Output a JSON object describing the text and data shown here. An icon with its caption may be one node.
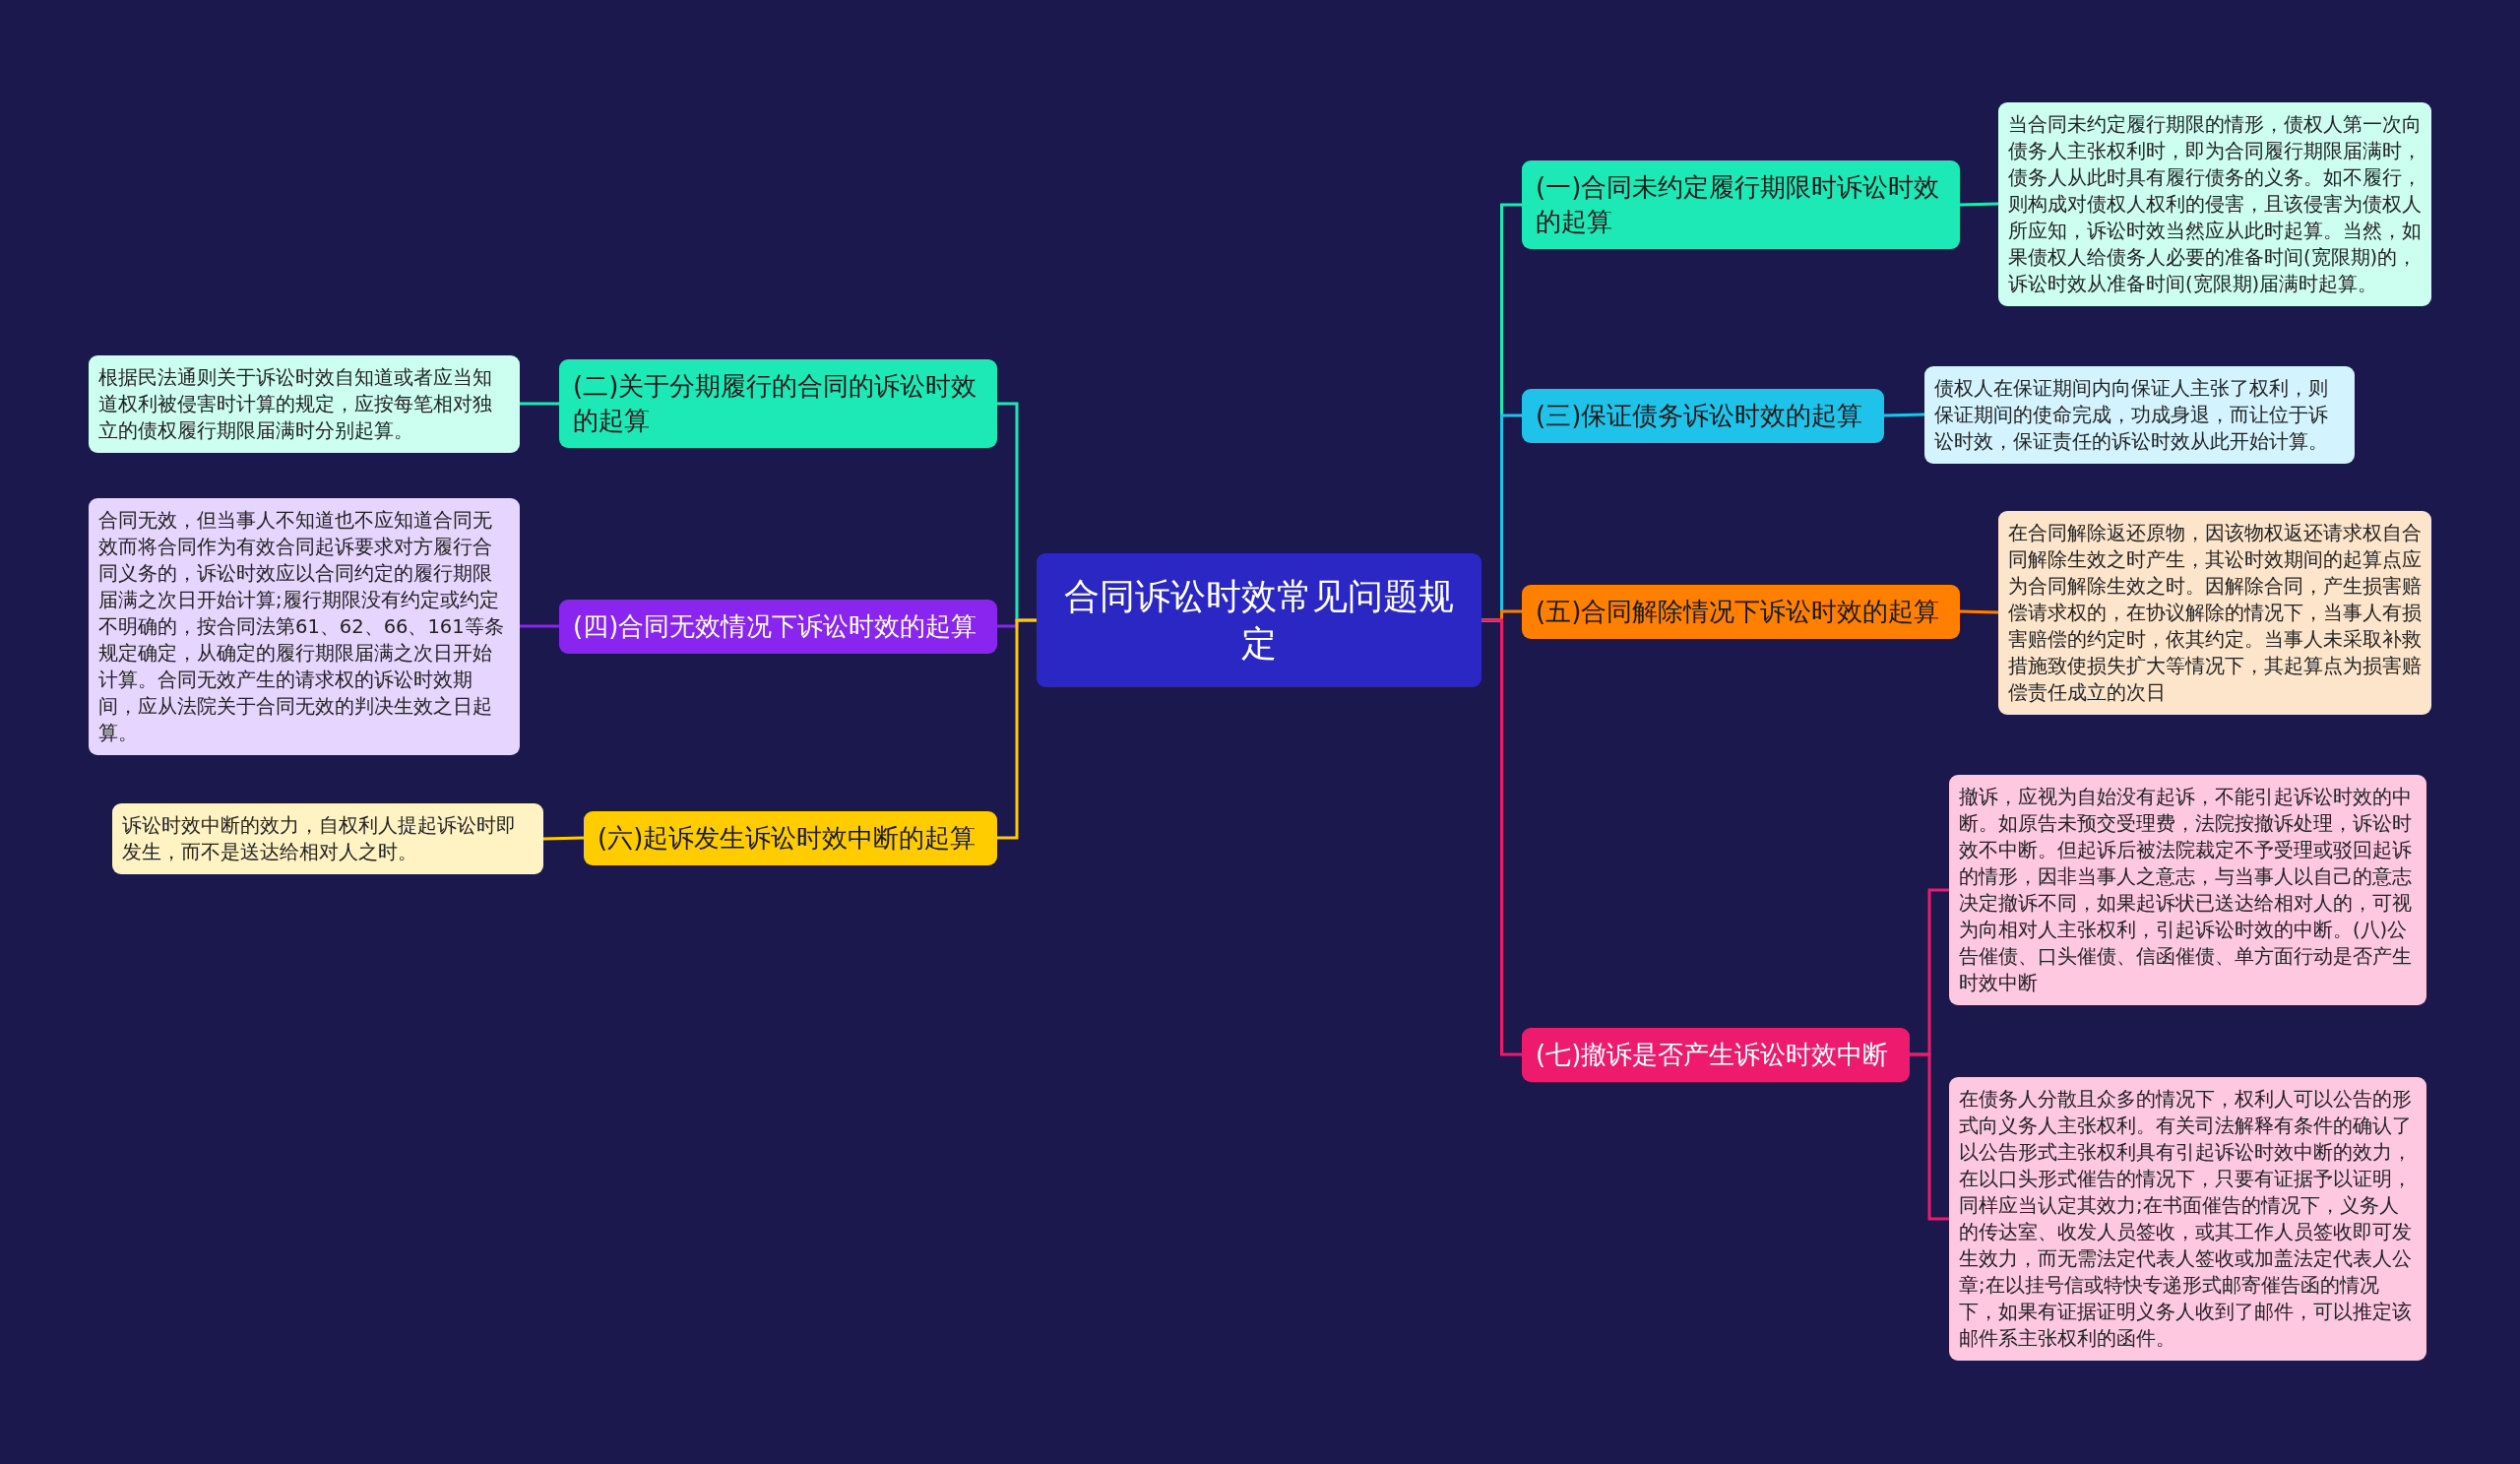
{
  "diagram": {
    "nodes": [
      {
        "text": [
          "合同诉讼时效常见问题规定"
        ]
      },
      {
        "text": [
          "(一)合同未约定履行期限时诉讼时效的起算"
        ]
      },
      {
        "text": [
          "当合同未约定履行期限的情形，债权人第一次向债务人主张权利时，即为合同履行期限届满时，债务人从此时具有履行债务的义务。如不履行，则构成对债权人权利的侵害，且该侵害为债权人所应知，诉讼时效当然应从此时起算。当然，如果债权人给债务人必要的准备时间(宽限期)的，诉讼时效从准备时间(宽限期)届满时起算。"
        ]
      },
      {
        "text": [
          "(三)保证债务诉讼时效的起算"
        ]
      },
      {
        "text": [
          "债权人在保证期间内向保证人主张了权利，则保证期间的使命完成，功成身退，而让位于诉讼时效，保证责任的诉讼时效从此开始计算。"
        ]
      },
      {
        "text": [
          "(五)合同解除情况下诉讼时效的起算"
        ]
      },
      {
        "text": [
          "在合同解除返还原物，因该物权返还请求权自合同解除生效之时产生，其讼时效期间的起算点应为合同解除生效之时。因解除合同，产生损害赔偿请求权的，在协议解除的情况下，当事人有损害赔偿的约定时，依其约定。当事人未采取补救措施致使损失扩大等情况下，其起算点为损害赔偿责任成立的次日"
        ]
      },
      {
        "text": [
          "(七)撤诉是否产生诉讼时效中断"
        ]
      },
      {
        "text": [
          "撤诉，应视为自始没有起诉，不能引起诉讼时效的中断。如原告未预交受理费，法院按撤诉处理，诉讼时效不中断。但起诉后被法院裁定不予受理或驳回起诉的情形，因非当事人之意志，与当事人以自己的意志决定撤诉不同，如果起诉状已送达给相对人的，可视为向相对人主张权利，引起诉讼时效的中断。(八)公告催债、口头催债、信函催债、单方面行动是否产生时效中断"
        ]
      },
      {
        "text": [
          "在债务人分散且众多的情况下，权利人可以公告的形式向义务人主张权利。有关司法解释有条件的确认了以公告形式主张权利具有引起诉讼时效中断的效力，在以口头形式催告的情况下，只要有证据予以证明，同样应当认定其效力;在书面催告的情况下，义务人的传达室、收发人员签收，或其工作人员签收即可发生效力，而无需法定代表人签收或加盖法定代表人公章;在以挂号信或特快专递形式邮寄催告函的情况下，如果有证据证明义务人收到了邮件，可以推定该邮件系主张权利的函件。"
        ]
      },
      {
        "text": [
          "(二)关于分期履行的合同的诉讼时效的起算"
        ]
      },
      {
        "text": [
          "根据民法通则关于诉讼时效自知道或者应当知道权利被侵害时计算的规定，应按每笔相对独立的债权履行期限届满时分别起算。"
        ]
      },
      {
        "text": [
          "(四)合同无效情况下诉讼时效的起算"
        ]
      },
      {
        "text": [
          "合同无效，但当事人不知道也不应知道合同无效而将合同作为有效合同起诉要求对方履行合同义务的，诉讼时效应以合同约定的履行期限届满之次日开始计算;履行期限没有约定或约定不明确的，按合同法第61、62、66、161等条规定确定，从确定的履行期限届满之次日开始计算。合同无效产生的请求权的诉讼时效期间，应从法院关于合同无效的判决生效之日起算。"
        ]
      },
      {
        "text": [
          "(六)起诉发生诉讼时效中断的起算"
        ]
      },
      {
        "text": [
          "诉讼时效中断的效力，自权利人提起诉讼时即发生，而不是送达给相对人之时。"
        ]
      }
    ],
    "edges": [
      {
        "from": 0,
        "to": 1,
        "arrow": "none",
        "color": "#1de9b6"
      },
      {
        "from": 1,
        "to": 2,
        "arrow": "none",
        "color": "#1de9b6"
      },
      {
        "from": 0,
        "to": 3,
        "arrow": "none",
        "color": "#1fc3ea"
      },
      {
        "from": 3,
        "to": 4,
        "arrow": "none",
        "color": "#1fc3ea"
      },
      {
        "from": 0,
        "to": 5,
        "arrow": "none",
        "color": "#ff7f00"
      },
      {
        "from": 5,
        "to": 6,
        "arrow": "none",
        "color": "#ff7f00"
      },
      {
        "from": 0,
        "to": 7,
        "arrow": "none",
        "color": "#ee1a6e"
      },
      {
        "from": 7,
        "to": 8,
        "arrow": "none",
        "color": "#ee1a6e"
      },
      {
        "from": 7,
        "to": 9,
        "arrow": "none",
        "color": "#ee1a6e"
      },
      {
        "from": 0,
        "to": 10,
        "arrow": "none",
        "color": "#1de9b6"
      },
      {
        "from": 10,
        "to": 11,
        "arrow": "none",
        "color": "#1de9b6"
      },
      {
        "from": 0,
        "to": 12,
        "arrow": "none",
        "color": "#8a25f0"
      },
      {
        "from": 12,
        "to": 13,
        "arrow": "none",
        "color": "#8a25f0"
      },
      {
        "from": 0,
        "to": 14,
        "arrow": "none",
        "color": "#ffcc00"
      },
      {
        "from": 14,
        "to": 15,
        "arrow": "none",
        "color": "#ffcc00"
      }
    ]
  }
}
